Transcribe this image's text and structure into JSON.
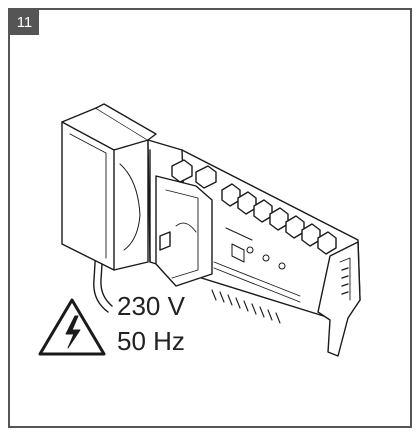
{
  "step": {
    "number": "11"
  },
  "warning": {
    "voltage": "230 V",
    "frequency": "50 Hz",
    "icon": "high-voltage-icon"
  },
  "colors": {
    "frame": "#555555",
    "badge_bg": "#555555",
    "badge_text": "#ffffff",
    "line": "#1a1a1a",
    "fill": "#ffffff"
  }
}
